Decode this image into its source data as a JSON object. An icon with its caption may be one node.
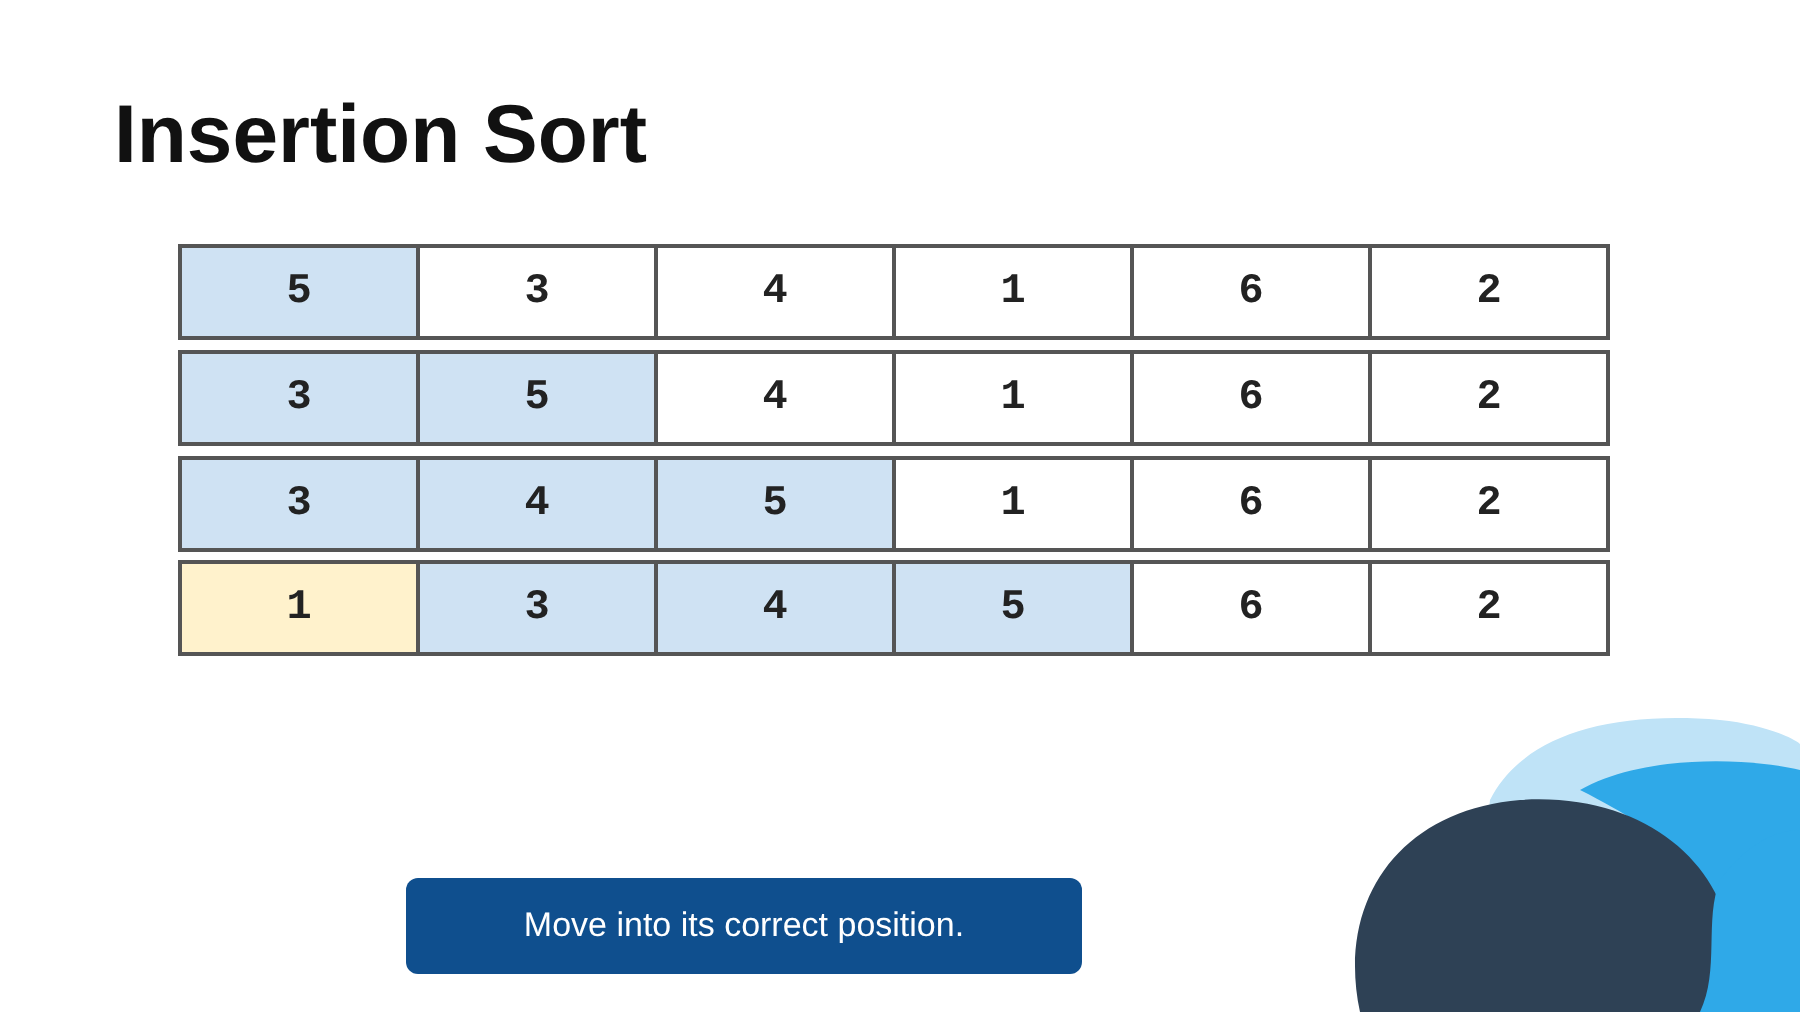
{
  "diagram": {
    "title": "Insertion Sort",
    "nodes": [
      {
        "text": [
          "Move into its correct position."
        ]
      }
    ],
    "labels": [
      "5",
      "3",
      "4",
      "1",
      "6",
      "2",
      "3",
      "5",
      "4",
      "1",
      "6",
      "2",
      "3",
      "4",
      "5",
      "1",
      "6",
      "2",
      "1",
      "3",
      "4",
      "5",
      "6",
      "2"
    ]
  }
}
